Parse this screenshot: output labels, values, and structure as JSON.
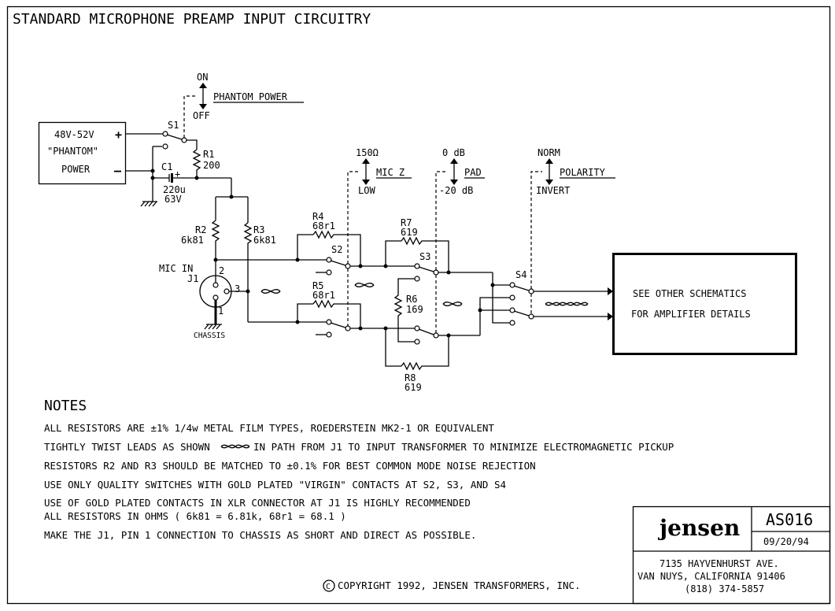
{
  "title": "STANDARD MICROPHONE PREAMP INPUT CIRCUITRY",
  "power_supply": {
    "lines": [
      "48V-52V",
      "\"PHANTOM\"",
      "POWER"
    ],
    "plus": "+",
    "minus": "–"
  },
  "switches": {
    "s1": {
      "name": "S1",
      "function": "PHANTOM POWER",
      "up": "ON",
      "down": "OFF"
    },
    "s2": {
      "name": "S2",
      "function": "MIC Z",
      "up": "150Ω",
      "down": "LOW"
    },
    "s3": {
      "name": "S3",
      "function": "PAD",
      "up": "0 dB",
      "down": "-20 dB"
    },
    "s4": {
      "name": "S4",
      "function": "POLARITY",
      "up": "NORM",
      "down": "INVERT"
    }
  },
  "components": {
    "r1": {
      "ref": "R1",
      "value": "200"
    },
    "r2": {
      "ref": "R2",
      "value": "6k81"
    },
    "r3": {
      "ref": "R3",
      "value": "6k81"
    },
    "r4": {
      "ref": "R4",
      "value": "68r1"
    },
    "r5": {
      "ref": "R5",
      "value": "68r1"
    },
    "r6": {
      "ref": "R6",
      "value": "169"
    },
    "r7": {
      "ref": "R7",
      "value": "619"
    },
    "r8": {
      "ref": "R8",
      "value": "619"
    },
    "c1": {
      "ref": "C1",
      "value": "220u",
      "voltage": "63V",
      "polarity": "+"
    }
  },
  "connector": {
    "label": "MIC IN",
    "ref": "J1",
    "pins": [
      "1",
      "2",
      "3"
    ],
    "ground_label": "CHASSIS"
  },
  "amp_box": {
    "lines": [
      "SEE OTHER SCHEMATICS",
      "FOR AMPLIFIER DETAILS"
    ]
  },
  "notes": {
    "heading": "NOTES",
    "items": [
      "ALL RESISTORS ARE ±1% 1/4w METAL FILM TYPES, ROEDERSTEIN MK2-1 OR EQUIVALENT",
      "TIGHTLY TWIST LEADS AS SHOWN",
      "IN PATH FROM J1 TO  INPUT TRANSFORMER TO MINIMIZE ELECTROMAGNETIC PICKUP",
      "RESISTORS R2 AND R3 SHOULD BE MATCHED TO ±0.1% FOR  BEST COMMON MODE NOISE REJECTION",
      "USE ONLY QUALITY SWITCHES WITH GOLD PLATED \"VIRGIN\"  CONTACTS AT S2, S3, AND S4",
      "USE OF GOLD PLATED CONTACTS IN XLR CONNECTOR AT J1 IS HIGHLY RECOMMENDED",
      "ALL RESISTORS IN OHMS ( 6k81 = 6.81k, 68r1 = 68.1 )",
      "MAKE THE J1, PIN 1 CONNECTION TO CHASSIS AS SHORT AND DIRECT AS POSSIBLE."
    ]
  },
  "copyright": {
    "symbol": "C",
    "text": "COPYRIGHT 1992, JENSEN TRANSFORMERS, INC."
  },
  "title_block": {
    "logo": "jensen",
    "drawing_number": "AS016",
    "date": "09/20/94",
    "address": [
      "7135 HAYVENHURST AVE.",
      "VAN NUYS, CALIFORNIA 91406",
      "(818) 374-5857"
    ]
  }
}
